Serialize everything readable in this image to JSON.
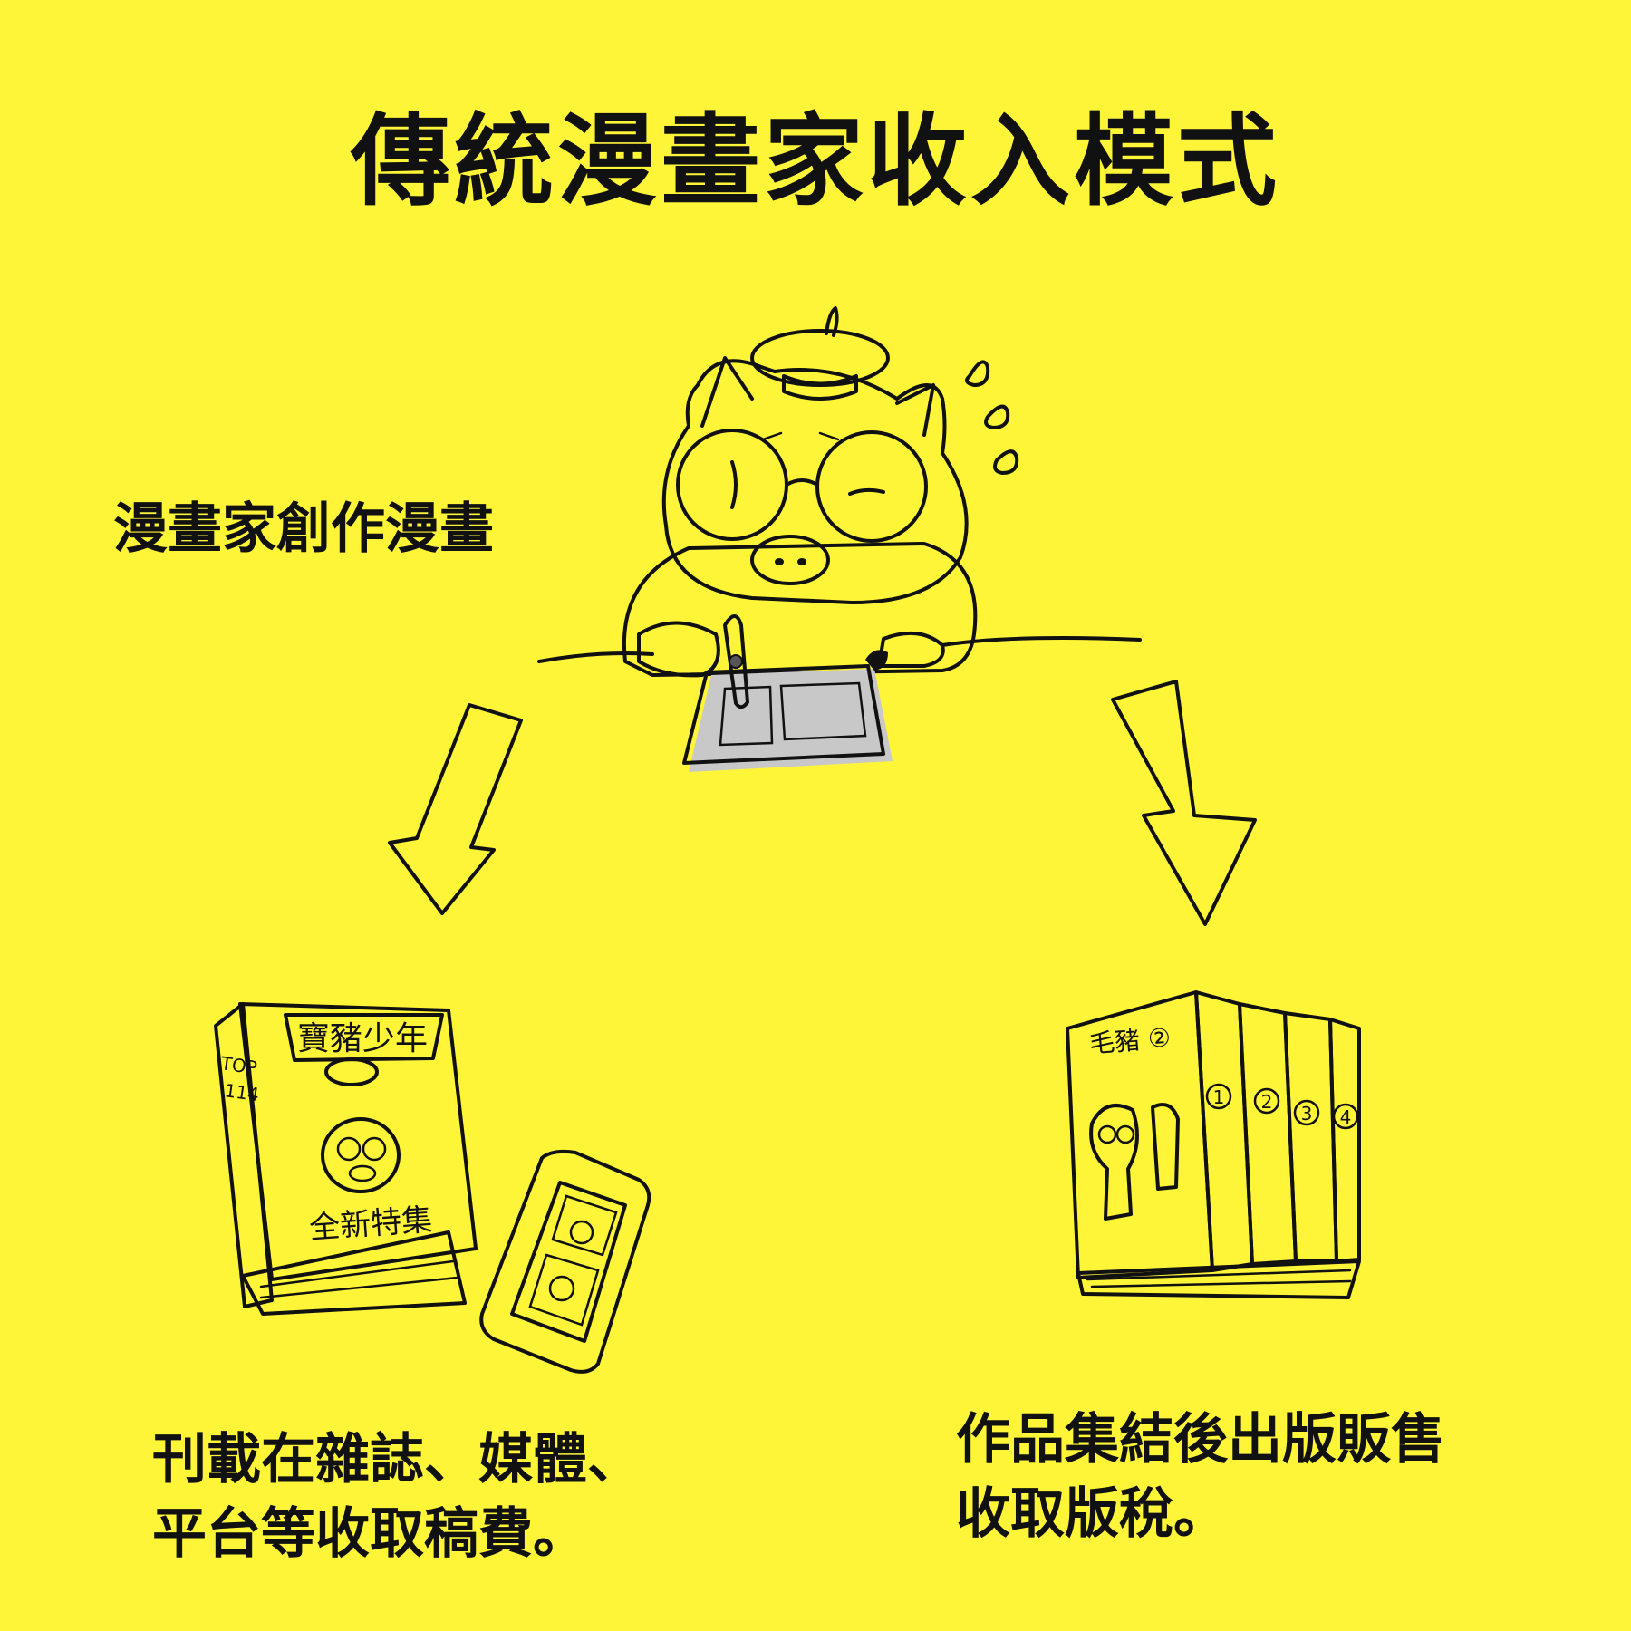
{
  "title": "傳統漫畫家收入模式",
  "creator_label": "漫畫家創作漫畫",
  "left_caption": [
    "刊載在雜誌、媒體、",
    "平台等收取稿費。"
  ],
  "right_caption": [
    "作品集結後出版販售",
    "收取版稅。"
  ],
  "magazine": {
    "title_text": "寶豬少年",
    "side_text": [
      "TOP",
      "114"
    ],
    "cover_text": "全新特集"
  },
  "book_set": {
    "front_text": "毛豬 ②",
    "volumes": [
      "1",
      "2",
      "3",
      "4"
    ]
  },
  "colors": {
    "background": "#fff538",
    "ink": "#111111",
    "gray": "#8f8f8f",
    "light_gray": "#c8c8c8",
    "white": "#ffffff"
  }
}
